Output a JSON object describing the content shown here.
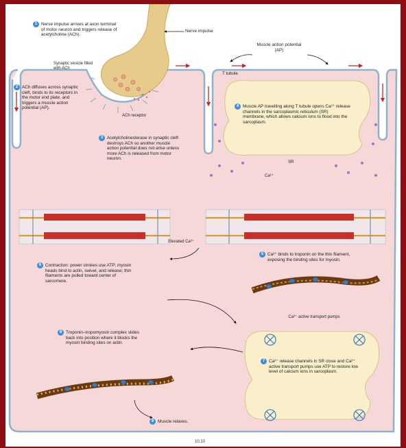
{
  "steps": [
    {
      "num": "1",
      "text": "Nerve impulse arrives at axon terminal of motor neuron and triggers release of acetylcholine (ACh)."
    },
    {
      "num": "2",
      "text": "ACh diffuses across synaptic cleft, binds to its receptors in the motor end plate, and triggers a muscle action potential (AP)."
    },
    {
      "num": "3",
      "text": "Acetylcholinesterase in synaptic cleft destroys ACh so another muscle action potential does not arise unless more ACh is released from motor neuron."
    },
    {
      "num": "4",
      "text": "Muscle AP travelling along T tubule opens Ca²⁺ release channels in the sarcoplasmic reticulum (SR) membrane, which allows calcium ions to flood into the sarcoplasm."
    },
    {
      "num": "5",
      "text": "Ca²⁺ binds to troponin on the thin filament, exposing the binding sites for myosin."
    },
    {
      "num": "6",
      "text": "Contraction: power strokes use ATP; myosin heads bind to actin, swivel, and release; thin filaments are pulled toward center of sarcomere."
    },
    {
      "num": "7",
      "text": "Ca²⁺ release channels in SR close and Ca²⁺ active transport pumps use ATP to restore low level of calcium ions in sarcoplasm."
    },
    {
      "num": "8",
      "text": "Troponin–tropomyosin complex slides back into position where it blocks the myosin binding sites on actin."
    },
    {
      "num": "9",
      "text": "Muscle relaxes."
    }
  ],
  "labels": {
    "nerve_impulse": "Nerve impulse",
    "muscle_ap": "Muscle action potential (AP)",
    "t_tubule": "T tubule",
    "synaptic_vesicle": "Synaptic vesicle filled with ACh",
    "ach_receptor": "ACh receptor",
    "sr": "SR",
    "ca_ion": "Ca²⁺",
    "elevated_ca": "Elevated Ca²⁺",
    "ca_pumps": "Ca²⁺ active transport pumps",
    "figure_number": "10.10"
  },
  "colors": {
    "background_border": "#8b0f12",
    "muscle_fiber": "#f6d8d8",
    "membrane": "#8fb2cc",
    "neuron": "#e7cb8a",
    "sr": "#f9efcb",
    "step_badge": "#3f8fd8",
    "filament_red": "#c8302a",
    "filament_brown": "#6b3a12",
    "calcium_dot": "#b07ac8"
  }
}
